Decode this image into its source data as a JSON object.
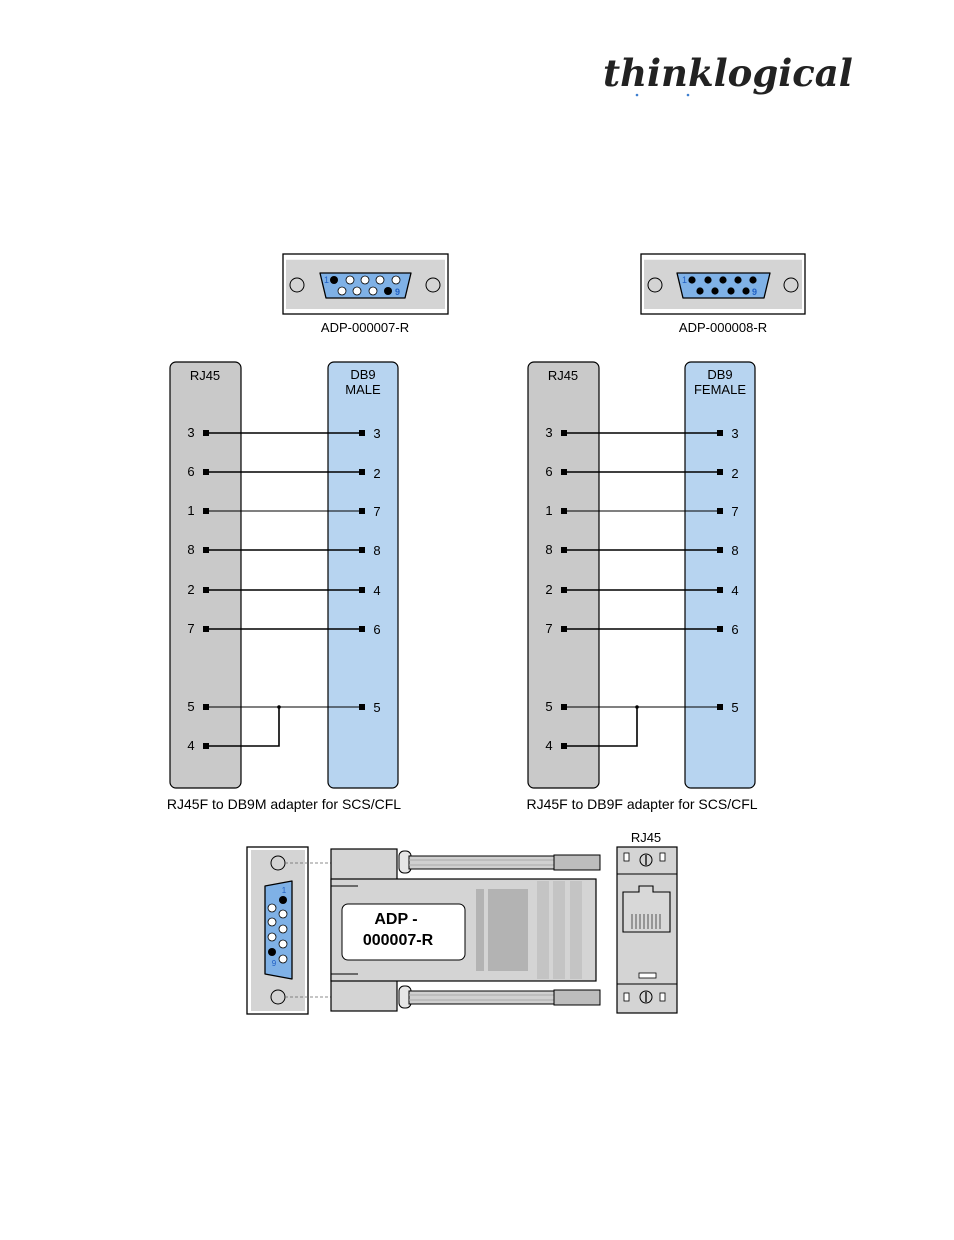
{
  "brand": {
    "logo_text": "thinklogical"
  },
  "colors": {
    "rj45_panel": "#c9c9c9",
    "db9_panel": "#b7d4f0",
    "connector_blue": "#7fb1e6",
    "connector_face": "#d3d3d3",
    "wire": "#000000"
  },
  "connectors": [
    {
      "label": "ADP-000007-R",
      "pin1": "1",
      "pin9": "9",
      "type": "male"
    },
    {
      "label": "ADP-000008-R",
      "pin1": "1",
      "pin9": "9",
      "type": "female"
    }
  ],
  "pinouts": [
    {
      "left_header": "RJ45",
      "right_header_line1": "DB9",
      "right_header_line2": "MALE",
      "caption": "RJ45F to DB9M adapter for SCS/CFL",
      "wires": [
        {
          "rj45": "3",
          "db9": "3"
        },
        {
          "rj45": "6",
          "db9": "2"
        },
        {
          "rj45": "1",
          "db9": "7"
        },
        {
          "rj45": "8",
          "db9": "8"
        },
        {
          "rj45": "2",
          "db9": "4"
        },
        {
          "rj45": "7",
          "db9": "6"
        },
        {
          "rj45": "5",
          "db9": "5"
        },
        {
          "rj45": "4",
          "db9": ""
        }
      ]
    },
    {
      "left_header": "RJ45",
      "right_header_line1": "DB9",
      "right_header_line2": "FEMALE",
      "caption": "RJ45F to DB9F adapter for SCS/CFL",
      "wires": [
        {
          "rj45": "3",
          "db9": "3"
        },
        {
          "rj45": "6",
          "db9": "2"
        },
        {
          "rj45": "1",
          "db9": "7"
        },
        {
          "rj45": "8",
          "db9": "8"
        },
        {
          "rj45": "2",
          "db9": "4"
        },
        {
          "rj45": "7",
          "db9": "6"
        },
        {
          "rj45": "5",
          "db9": "5"
        },
        {
          "rj45": "4",
          "db9": ""
        }
      ]
    }
  ],
  "adapter": {
    "label_line1": "ADP -",
    "label_line2": "000007-R",
    "rj45_label": "RJ45",
    "pin1": "1",
    "pin9": "9"
  }
}
